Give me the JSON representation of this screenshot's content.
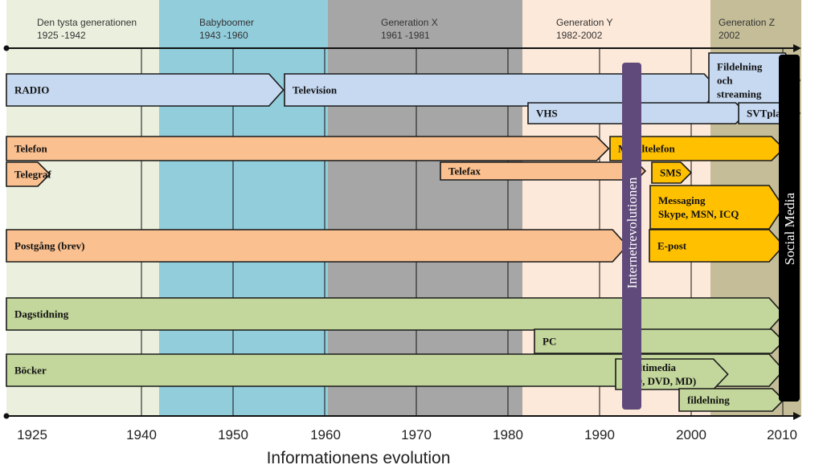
{
  "title": "Informationens evolution",
  "generations": [
    {
      "name": "Den tysta generationen",
      "years": "1925 -1942",
      "color": "#ebf0de"
    },
    {
      "name": "Babyboomer",
      "years": "1943 -1960",
      "color": "#92cddc"
    },
    {
      "name": "Generation X",
      "years": "1961 -1981",
      "color": "#a6a6a6"
    },
    {
      "name": "Generation Y",
      "years": "1982-2002",
      "color": "#fde9d9"
    },
    {
      "name": "Generation Z",
      "years": "2002",
      "color": "#c4bd97"
    }
  ],
  "axis": {
    "ticks": [
      "1925",
      "1940",
      "1950",
      "1960",
      "1970",
      "1980",
      "1990",
      "2000",
      "2010"
    ],
    "range_years": [
      1923,
      2013
    ]
  },
  "bars": [
    {
      "label": "RADIO",
      "start": 1923,
      "end": 1955.5,
      "color": "#c6d9f1"
    },
    {
      "label": "Television",
      "start": 1955.5,
      "end": 2003,
      "color": "#c6d9f1"
    },
    {
      "label": "Fildelning och streaming",
      "start": 2003,
      "end": 2013,
      "color": "#c6d9f1"
    },
    {
      "label": "VHS",
      "start": 1982,
      "end": 2006,
      "color": "#c6d9f1"
    },
    {
      "label": "SVTplay",
      "start": 2006,
      "end": 2013,
      "color": "#c6d9f1"
    },
    {
      "label": "Telefon",
      "start": 1923,
      "end": 1991,
      "color": "#fac090"
    },
    {
      "label": "Mobiltelefon",
      "start": 1991,
      "end": 2010,
      "color": "#ffc000"
    },
    {
      "label": "Telegraf",
      "start": 1923,
      "end": 1930,
      "color": "#fac090"
    },
    {
      "label": "Telefax",
      "start": 1972.5,
      "end": 1995,
      "color": "#fac090"
    },
    {
      "label": "SMS",
      "start": 1995,
      "end": 2000,
      "color": "#ffc000"
    },
    {
      "label": "Messaging Skype, MSN, ICQ",
      "start": 1995,
      "end": 2010,
      "color": "#ffc000"
    },
    {
      "label": "Postgång (brev)",
      "start": 1923,
      "end": 1993,
      "color": "#fac090"
    },
    {
      "label": "E-post",
      "start": 1995,
      "end": 2010,
      "color": "#ffc000"
    },
    {
      "label": "Dagstidning",
      "start": 1923,
      "end": 2010,
      "color": "#c3d69b"
    },
    {
      "label": "PC",
      "start": 1982.5,
      "end": 2010,
      "color": "#c3d69b"
    },
    {
      "label": "Böcker",
      "start": 1923,
      "end": 2010,
      "color": "#c3d69b"
    },
    {
      "label": "Multimedia (CD, DVD, MD)",
      "start": 1993,
      "end": 2004,
      "color": "#c3d69b"
    },
    {
      "label": "fildelning",
      "start": 1999,
      "end": 2010,
      "color": "#c3d69b"
    }
  ],
  "vertical_labels": [
    {
      "label": "Internetrevolutionen",
      "color": "#604a7b",
      "text_color": "#ffffff"
    },
    {
      "label": "Social Media",
      "color": "#000000",
      "text_color": "#ffffff"
    }
  ]
}
